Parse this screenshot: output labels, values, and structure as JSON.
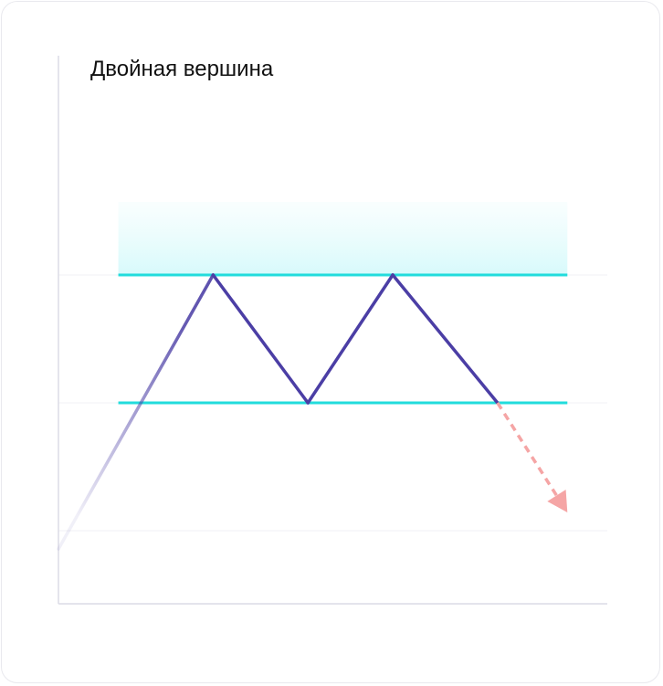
{
  "chart_data": {
    "type": "line",
    "title": "Двойная вершина",
    "xlabel": "",
    "ylabel": "",
    "xlim": [
      0,
      11
    ],
    "ylim": [
      0,
      6
    ],
    "grid": true,
    "series": [
      {
        "x": [
          0,
          3.1,
          5.0,
          6.7,
          8.8
        ],
        "y": [
          0.6,
          3.6,
          2.2,
          3.6,
          2.2
        ],
        "color": "#4b3ea5"
      }
    ],
    "projection": {
      "x": [
        8.8,
        10.2
      ],
      "y": [
        2.2,
        1.0
      ],
      "color": "#f5a5a5"
    },
    "resistance_level": {
      "y": 3.6,
      "x": [
        1.2,
        10.2
      ],
      "color": "#22dcdc"
    },
    "neckline_level": {
      "y": 2.2,
      "x": [
        1.2,
        10.2
      ],
      "color": "#22dcdc"
    },
    "gridlines_y": [
      0.8,
      2.2,
      3.6
    ]
  }
}
